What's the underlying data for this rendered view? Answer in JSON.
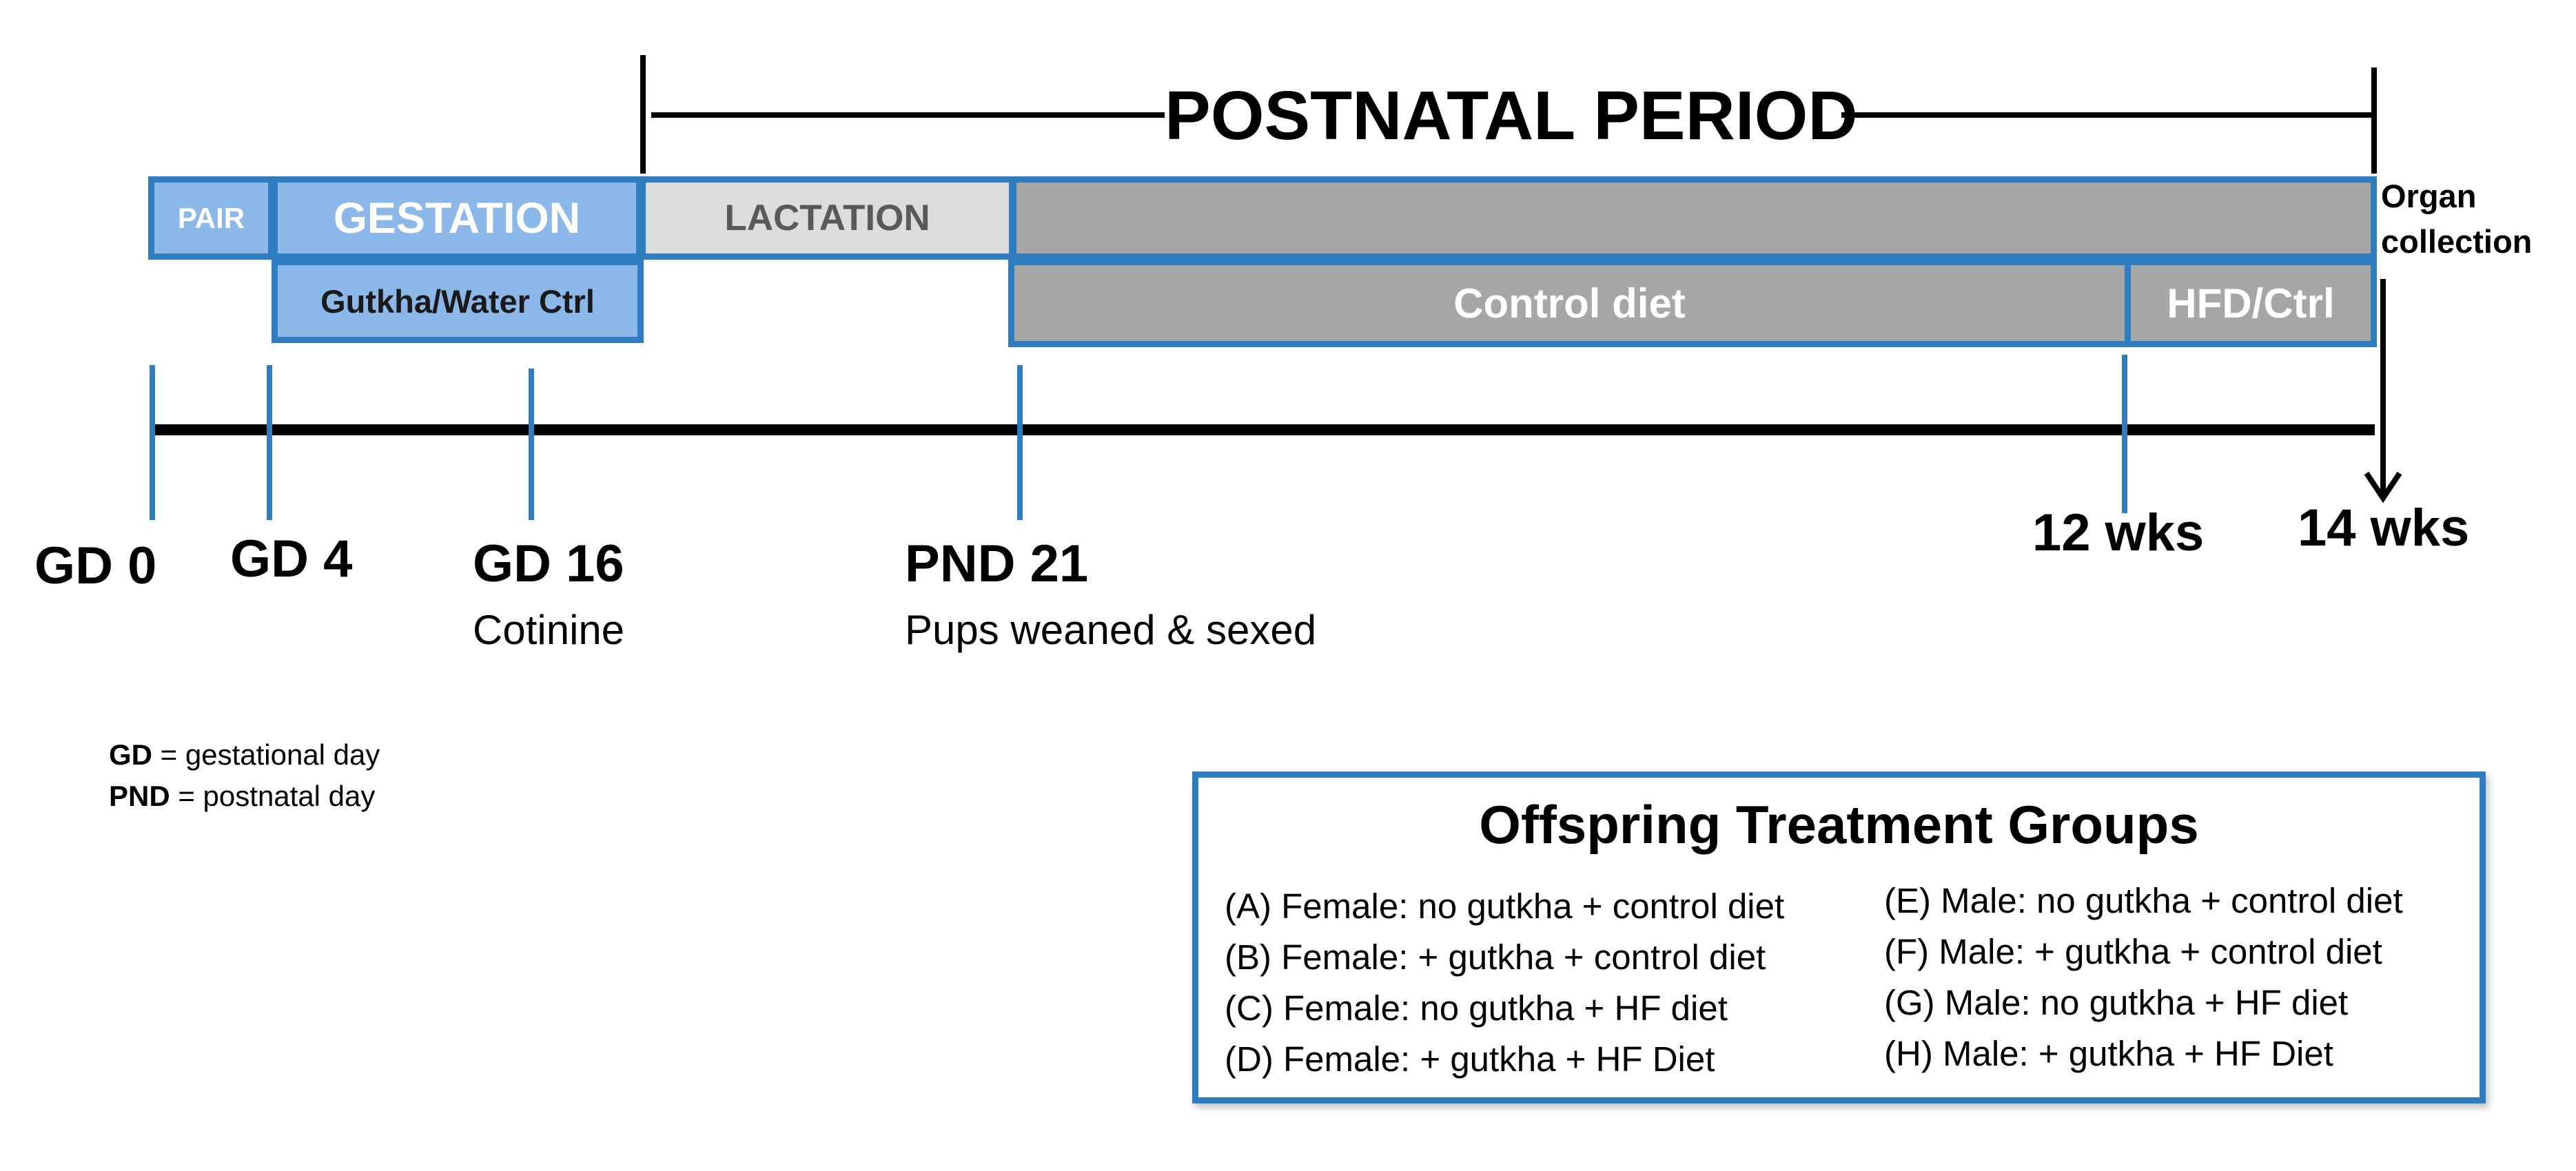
{
  "header": {
    "title": "POSTNATAL PERIOD"
  },
  "bars": {
    "pair": "PAIR",
    "gestation": "GESTATION",
    "lactation": "LACTATION",
    "gutkha": "Gutkha/Water Ctrl",
    "control_diet": "Control diet",
    "hfd": "HFD/Ctrl"
  },
  "organ_collection": [
    "Organ",
    "collection"
  ],
  "timepoints": {
    "gd0": "GD 0",
    "gd4": "GD 4",
    "gd16": "GD 16",
    "gd16_note": "Cotinine",
    "pnd21": "PND 21",
    "pnd21_note": "Pups weaned & sexed",
    "wk12": "12 wks",
    "wk14": "14 wks"
  },
  "abbreviations": [
    {
      "abbr": "GD",
      "text": " = gestational day"
    },
    {
      "abbr": "PND",
      "text": " = postnatal day"
    }
  ],
  "treatment_groups": {
    "title": "Offspring Treatment Groups",
    "left": [
      "(A) Female: no gutkha + control diet",
      "(B) Female: + gutkha + control diet",
      "(C) Female: no gutkha + HF diet",
      "(D) Female: + gutkha + HF Diet"
    ],
    "right": [
      "(E) Male: no gutkha + control diet",
      "(F) Male: + gutkha + control diet",
      "(G) Male: no gutkha + HF diet",
      "(H) Male: + gutkha + HF Diet"
    ]
  },
  "colors": {
    "blue_border": "#2e7dc0",
    "blue_fill": "#8bb8e8",
    "lactation_fill": "#dcdcdc",
    "gray_fill": "#a6a6a6"
  }
}
